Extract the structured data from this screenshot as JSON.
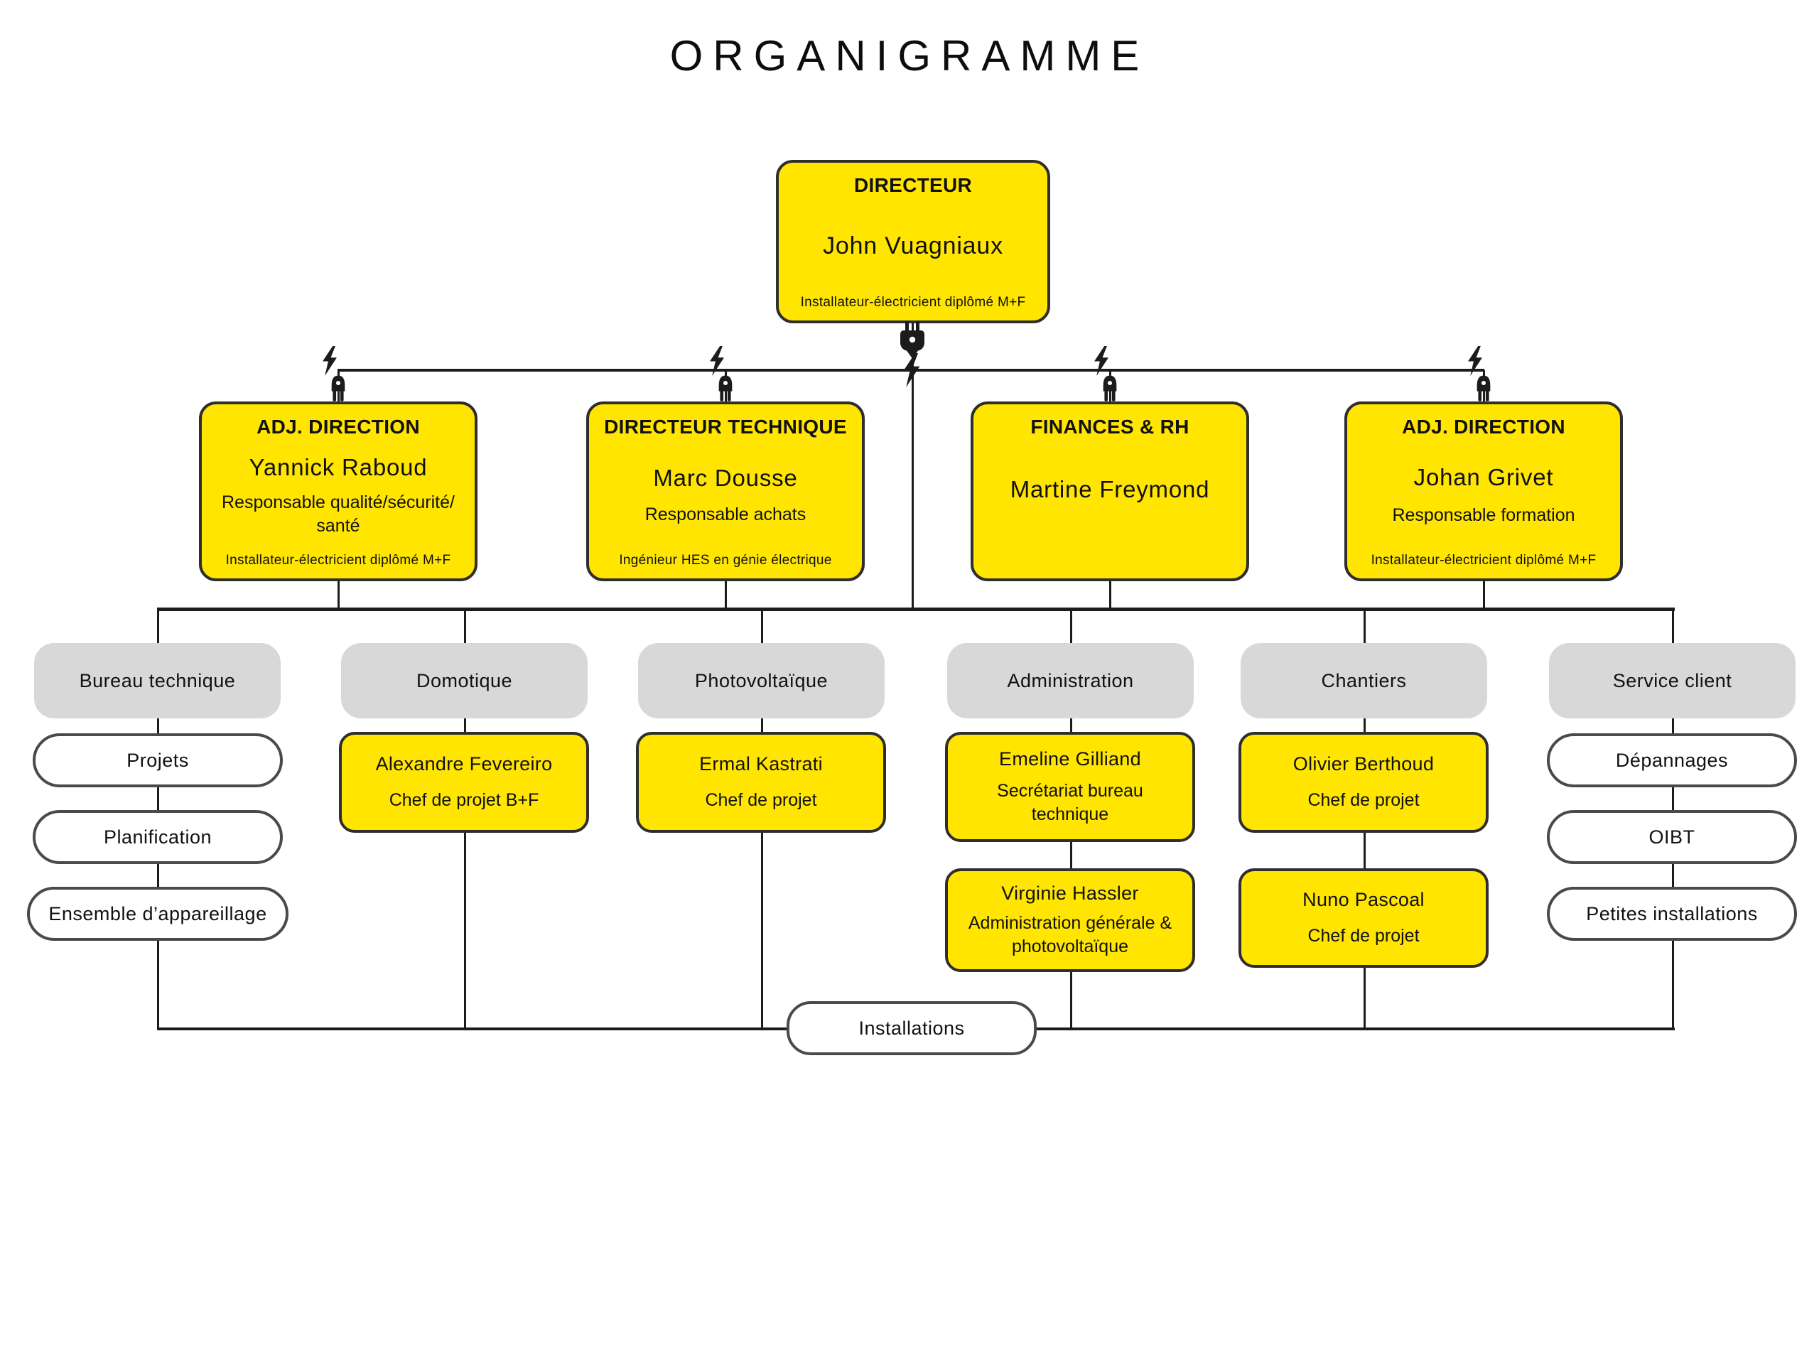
{
  "title": "ORGANIGRAMME",
  "colors": {
    "box_yellow": "#FFE500",
    "pill_gray": "#D8D8D8",
    "line": "#1C1C1C",
    "border_dark": "#2E2E2E"
  },
  "icons": {
    "plug": "plug-icon",
    "bolt": "lightning-bolt-icon"
  },
  "director": {
    "role": "DIRECTEUR",
    "name": "John Vuagniaux",
    "credential": "Installateur-électricient diplômé M+F"
  },
  "management": [
    {
      "role": "ADJ. DIRECTION",
      "name": "Yannick Raboud",
      "function": "Responsable qualité/sécurité/\nsanté",
      "credential": "Installateur-électricient diplômé M+F"
    },
    {
      "role": "DIRECTEUR TECHNIQUE",
      "name": "Marc Dousse",
      "function": "Responsable achats",
      "credential": "Ingénieur HES en génie électrique"
    },
    {
      "role": "FINANCES & RH",
      "name": "Martine Freymond"
    },
    {
      "role": "ADJ. DIRECTION",
      "name": "Johan Grivet",
      "function": "Responsable formation",
      "credential": "Installateur-électricient diplômé M+F"
    }
  ],
  "columns": [
    {
      "label": "Bureau technique",
      "items": [
        "Projets",
        "Planification",
        "Ensemble d’appareillage"
      ]
    },
    {
      "label": "Domotique",
      "staff": [
        {
          "name": "Alexandre Fevereiro",
          "role": "Chef de projet B+F"
        }
      ]
    },
    {
      "label": "Photovoltaïque",
      "staff": [
        {
          "name": "Ermal Kastrati",
          "role": "Chef de projet"
        }
      ]
    },
    {
      "label": "Administration",
      "staff": [
        {
          "name": "Emeline Gilliand",
          "role": "Secrétariat bureau technique"
        },
        {
          "name": "Virginie Hassler",
          "role": "Administration générale & photovoltaïque"
        }
      ]
    },
    {
      "label": "Chantiers",
      "staff": [
        {
          "name": "Olivier Berthoud",
          "role": "Chef de projet"
        },
        {
          "name": "Nuno Pascoal",
          "role": "Chef de projet"
        }
      ]
    },
    {
      "label": "Service client",
      "items": [
        "Dépannages",
        "OIBT",
        "Petites installations"
      ]
    }
  ],
  "footer": {
    "label": "Installations"
  }
}
